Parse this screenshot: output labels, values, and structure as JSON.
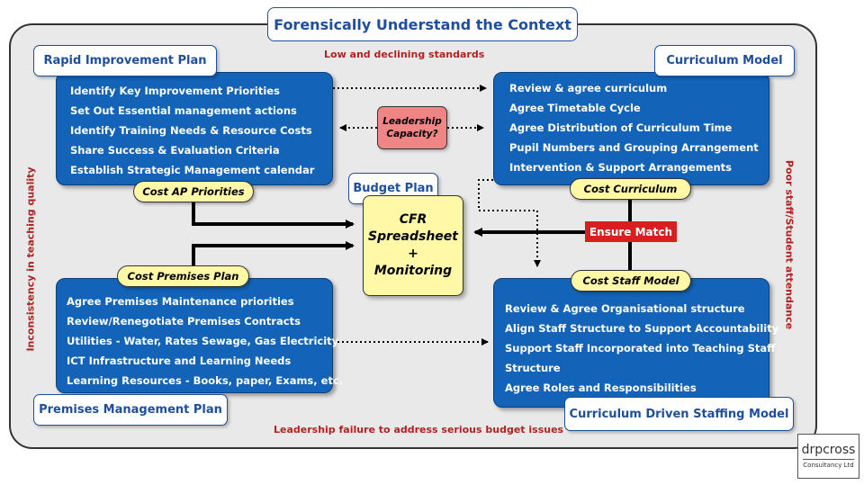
{
  "title": "Forensically Understand the Context",
  "side_labels": {
    "top": "Low and declining standards",
    "bottom": "Leadership failure to address serious budget issues",
    "left": "Inconsistency in teaching quality",
    "right": "Poor staff/Student attendance"
  },
  "rapid_plan": {
    "label": "Rapid Improvement Plan",
    "items": [
      "Identify Key Improvement Priorities",
      "Set Out Essential management actions",
      "Identify Training Needs & Resource Costs",
      "Share Success & Evaluation Criteria",
      "Establish Strategic Management calendar"
    ],
    "cost": "Cost AP Priorities"
  },
  "curriculum_model": {
    "label": "Curriculum Model",
    "items": [
      "Review & agree curriculum",
      "Agree Timetable Cycle",
      "Agree Distribution of Curriculum Time",
      "Pupil Numbers and Grouping Arrangement",
      "Intervention & Support Arrangements"
    ],
    "cost": "Cost Curriculum"
  },
  "premises_plan": {
    "label": "Premises Management Plan",
    "items": [
      "Agree Premises Maintenance priorities",
      "Review/Renegotiate Premises Contracts",
      "Utilities - Water, Rates Sewage, Gas Electricity",
      "ICT Infrastructure and Learning Needs",
      "Learning Resources - Books, paper, Exams, etc."
    ],
    "cost": "Cost Premises Plan"
  },
  "staffing_model": {
    "label": "Curriculum Driven Staffing Model",
    "items": [
      "Review & Agree Organisational structure",
      "Align Staff Structure to Support Accountability",
      "Support Staff Incorporated into Teaching Staff",
      "Structure",
      "Agree Roles and Responsibilities"
    ],
    "cost": "Cost Staff Model"
  },
  "budget_plan": "Budget Plan",
  "cfr_lines": [
    "CFR",
    "Spreadsheet",
    "+",
    "Monitoring"
  ],
  "leadership_lines": [
    "Leadership",
    "Capacity?"
  ],
  "ensure_match": "Ensure Match",
  "logo": {
    "name": "drpcross",
    "tagline": "Consultancy Ltd"
  },
  "colors": {
    "panel": "#1363b8",
    "accent": "#1f4e9a",
    "cost": "#fff8a6",
    "alert": "#d81f1f",
    "leadership": "#f08585",
    "warning_text": "#b22222"
  }
}
